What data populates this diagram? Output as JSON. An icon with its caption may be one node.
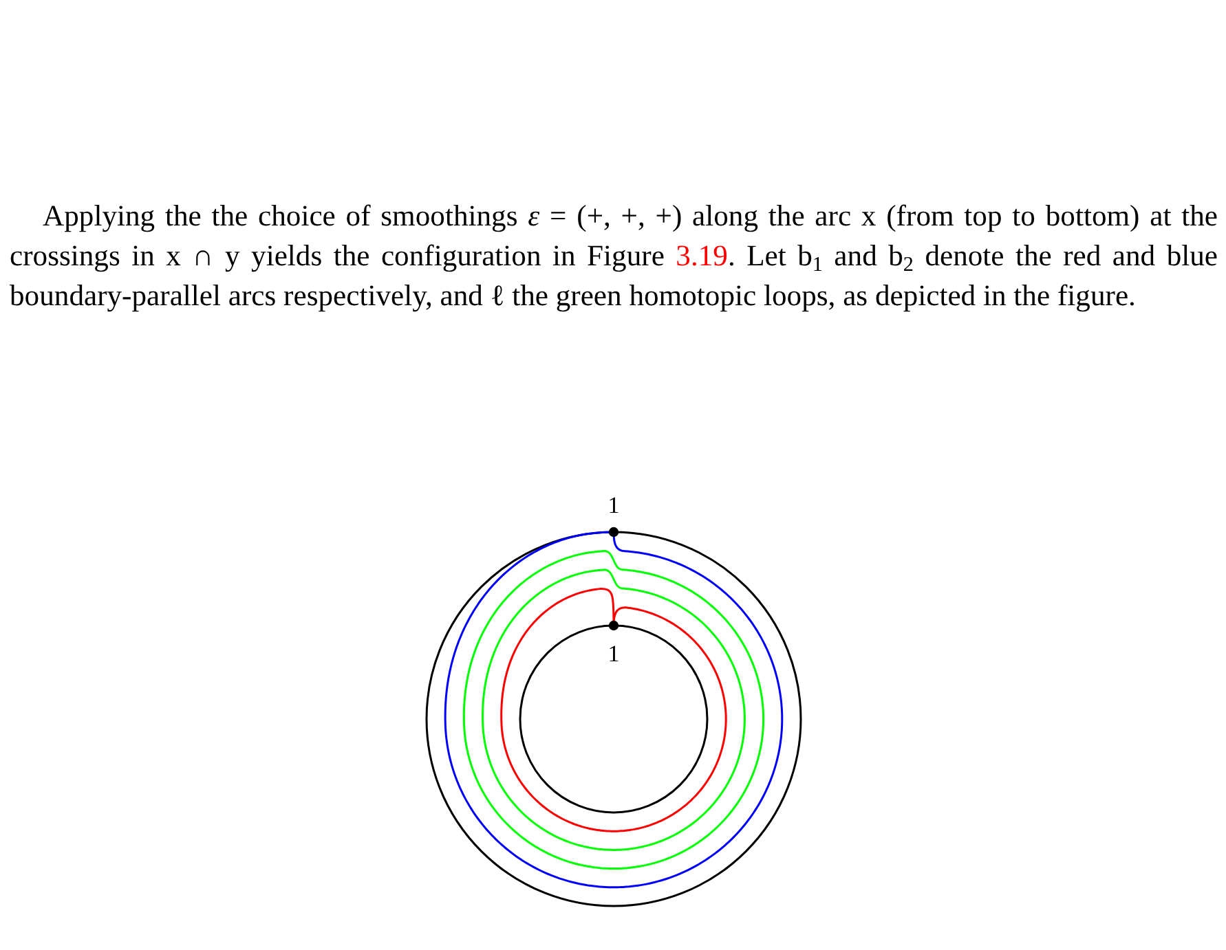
{
  "diagram": {
    "labels": [
      "Applying the the choice of smoothings *ε* = (+, +, +) along the arc x (from top to bottom) at the crossings in x ∩ y yields the configuration in Figure 3.19. Let b$_{1}$ and b$_{2}$ denote the red and blue boundary-parallel arcs respectively, and ℓ the green homotopic loops, as depicted in the figure.",
      "1",
      "1"
    ]
  }
}
